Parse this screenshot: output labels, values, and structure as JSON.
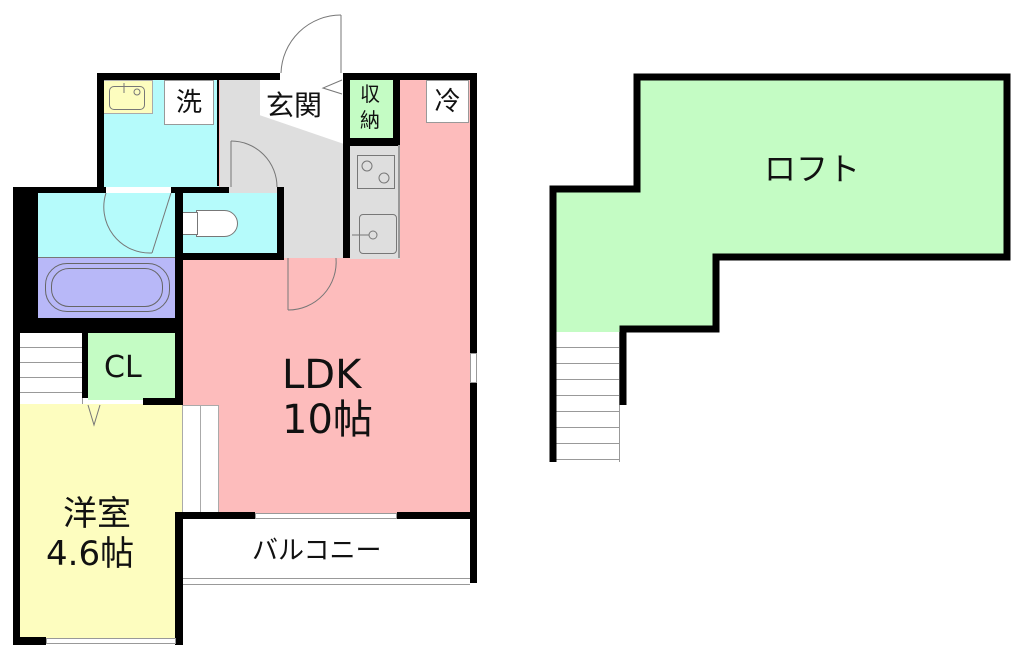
{
  "plan": {
    "rooms": {
      "washroom": {
        "label": "洗",
        "color": "#b5fbfb"
      },
      "entrance": {
        "label": "玄関",
        "color": "#dedede"
      },
      "storage": {
        "label": "収納",
        "label_line1": "収",
        "label_line2": "納",
        "color": "#c4fcc4"
      },
      "fridge": {
        "label": "冷"
      },
      "ldk": {
        "label_line1": "LDK",
        "label_line2": "10帖",
        "color": "#fdbcbc"
      },
      "closet": {
        "label": "CL",
        "color": "#c4fcc4"
      },
      "western_room": {
        "label_line1": "洋室",
        "label_line2": "4.6帖",
        "color": "#fdfdbf"
      },
      "balcony": {
        "label": "バルコニー",
        "color": "#ffffff"
      },
      "bathroom": {
        "color": "#b5fbfb",
        "tub_color": "#b8b8f8"
      },
      "toilet": {
        "color": "#b5fbfb"
      },
      "kitchen": {
        "color": "#dedede"
      },
      "sink": {
        "color": "#fdfdbf"
      }
    },
    "loft": {
      "label": "ロフト",
      "color": "#c4fcc4"
    },
    "wall_color": "#000000"
  }
}
